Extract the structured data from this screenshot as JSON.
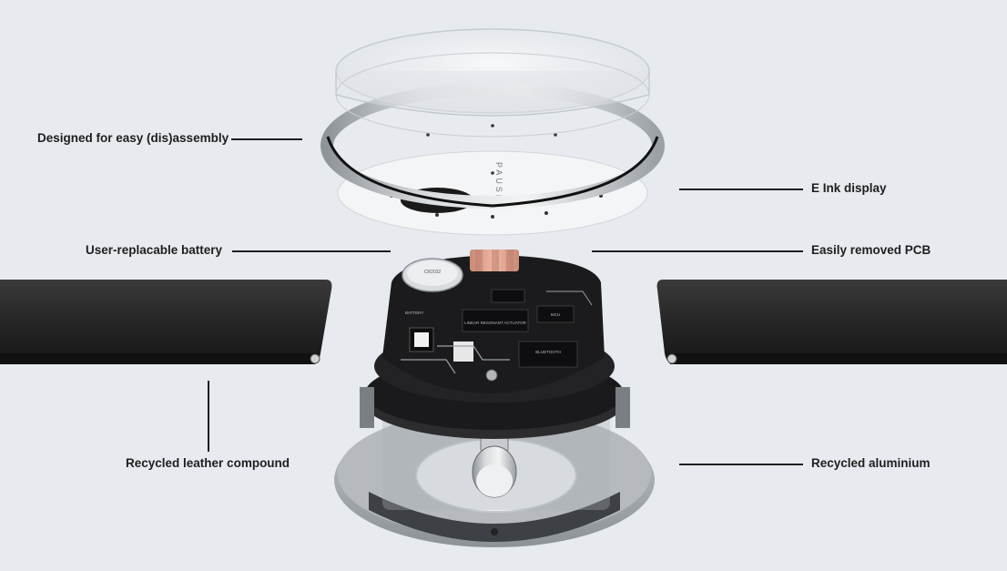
{
  "callouts": {
    "assembly": "Designed for easy (dis)assembly",
    "display": "E Ink display",
    "battery": "User-replacable battery",
    "pcb": "Easily removed PCB",
    "leather": "Recycled leather compound",
    "aluminium": "Recycled aluminium"
  },
  "device_markings": {
    "brand": "PAUSE",
    "chip_actuator": "LINEAR RESONANT ACTUATOR",
    "chip_bluetooth": "BLUETOOTH",
    "chip_misc": "MCU",
    "silk_battery": "BATTERY",
    "coin_cell": "CR2032"
  },
  "colors": {
    "background": "#e7ebef",
    "text": "#1e1e1e",
    "strap": "#2a2a2a",
    "pcb": "#1b1b1d",
    "metal": "#b9bdc1",
    "heatsink": "#e1a48e"
  }
}
